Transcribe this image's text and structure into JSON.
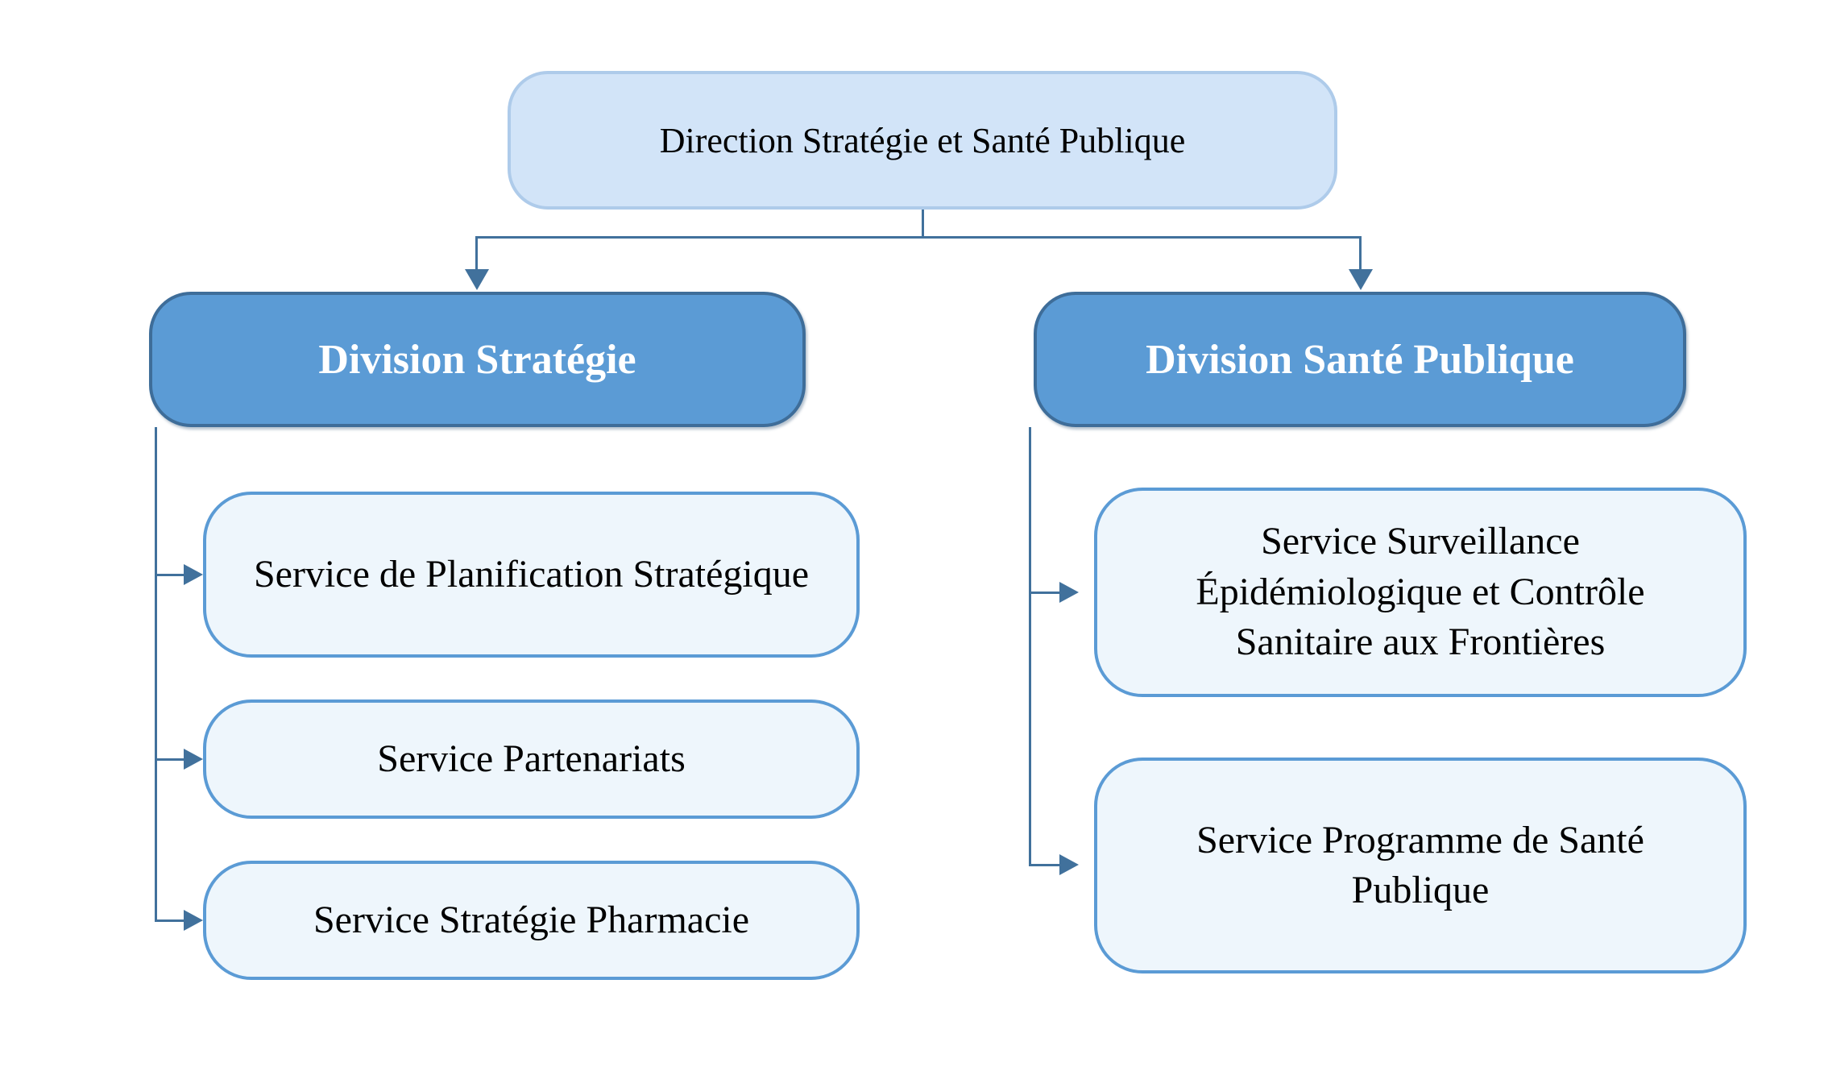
{
  "diagram_type": "organizational-chart",
  "org": {
    "root": {
      "label": "Direction Stratégie et Santé Publique"
    },
    "divisions": [
      {
        "label": "Division Stratégie",
        "services": [
          "Service de Planification Stratégique",
          "Service Partenariats",
          "Service Stratégie Pharmacie"
        ]
      },
      {
        "label": "Division Santé Publique",
        "services": [
          "Service Surveillance Épidémiologique et Contrôle Sanitaire aux Frontières",
          "Service Programme de Santé Publique"
        ]
      }
    ]
  },
  "colors": {
    "root_fill": "#d2e4f8",
    "root_border": "#aecbea",
    "division_fill": "#5b9bd5",
    "division_border": "#3e6d99",
    "division_text": "#ffffff",
    "service_fill": "#eef6fc",
    "service_border": "#5b9bd5",
    "connector": "#41719c",
    "text": "#000000",
    "background": "#ffffff"
  }
}
